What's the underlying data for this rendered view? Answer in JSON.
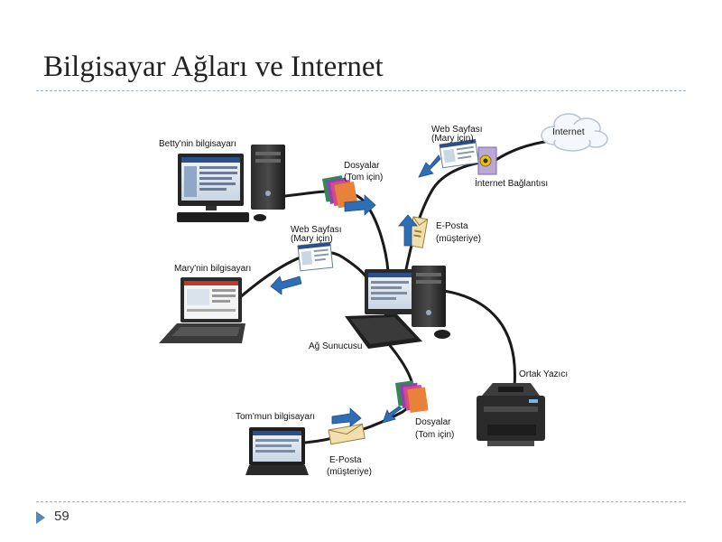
{
  "slide": {
    "title": "Bilgisayar Ağları ve Internet",
    "page_number": "59"
  },
  "diagram": {
    "nodes": {
      "betty": "Betty'nin bilgisayarı",
      "mary": "Mary'nin bilgisayarı",
      "tom": "Tom'mun bilgisayarı",
      "server": "Ağ Sunucusu",
      "printer": "Ortak Yazıcı",
      "internet": "Internet",
      "connection": "İnternet Bağlantısı"
    },
    "items": {
      "files_top": [
        "Dosyalar",
        "(Tom için)"
      ],
      "web_left": [
        "Web Sayfası",
        "(Mary için)"
      ],
      "web_top": [
        "Web Sayfası",
        "(Mary için)"
      ],
      "email_top": [
        "E-Posta",
        "(müşteriye)"
      ],
      "files_bottom": [
        "Dosyalar",
        "(Tom için)"
      ],
      "email_bottom": [
        "E-Posta",
        "(müşteriye)"
      ]
    },
    "colors": {
      "cable": "#1a1a1a",
      "arrow": "#2f6db5",
      "folders": [
        "#2e8b57",
        "#8e44ad",
        "#d44a8a",
        "#e8823a"
      ],
      "envelope": "#f2dfae"
    }
  }
}
